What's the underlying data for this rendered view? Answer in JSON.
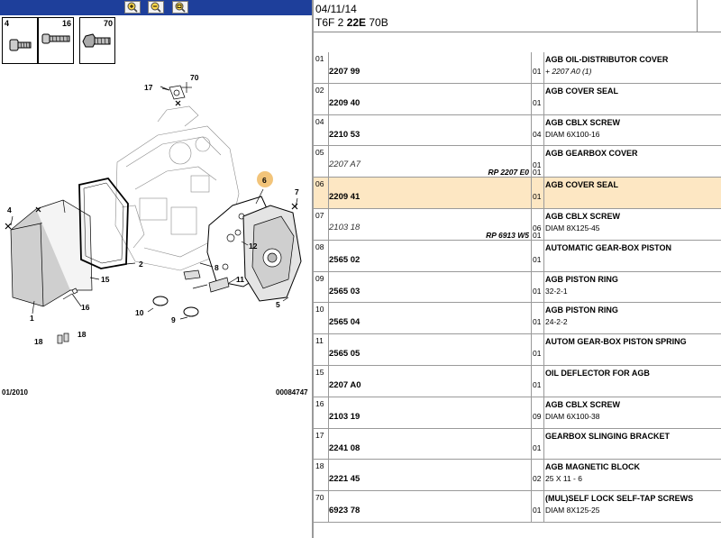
{
  "toolbar": {
    "buttons": [
      "zoom-in-icon",
      "zoom-out-icon",
      "zoom-fit-icon"
    ]
  },
  "screws": [
    {
      "num": "4"
    },
    {
      "num": "16"
    },
    {
      "num": "70"
    }
  ],
  "diagram": {
    "callouts": [
      "17",
      "70",
      "6",
      "7",
      "4",
      "2",
      "12",
      "8",
      "11",
      "15",
      "16",
      "1",
      "10",
      "9",
      "5",
      "18",
      "18"
    ],
    "footer_left": "01/2010",
    "footer_right": "00084747"
  },
  "header": {
    "date": "04/11/14",
    "ref_prefix": "T6F 2 ",
    "ref_bold": "22E",
    "ref_suffix": " 70B"
  },
  "rows": [
    {
      "idx": "01",
      "ref": "2207 99",
      "ref_alt": false,
      "rp": "",
      "qty1": "",
      "qty2": "01",
      "desc": "AGB OIL-DISTRIBUTOR COVER",
      "desc2": "+ 2207 A0 (1)",
      "desc2_italic": true,
      "selected": false
    },
    {
      "idx": "02",
      "ref": "2209 40",
      "ref_alt": false,
      "rp": "",
      "qty1": "",
      "qty2": "01",
      "desc": "AGB COVER SEAL",
      "desc2": "",
      "desc2_italic": false,
      "selected": false
    },
    {
      "idx": "04",
      "ref": "2210 53",
      "ref_alt": false,
      "rp": "",
      "qty1": "",
      "qty2": "04",
      "desc": "AGB CBLX SCREW",
      "desc2": "DIAM 6X100-16",
      "desc2_italic": false,
      "selected": false
    },
    {
      "idx": "05",
      "ref": "2207 A7",
      "ref_alt": true,
      "rp": "RP 2207 E0",
      "qty1": "01",
      "qty2": "01",
      "desc": "AGB GEARBOX COVER",
      "desc2": "",
      "desc2_italic": false,
      "selected": false
    },
    {
      "idx": "06",
      "ref": "2209 41",
      "ref_alt": false,
      "rp": "",
      "qty1": "",
      "qty2": "01",
      "desc": "AGB COVER SEAL",
      "desc2": "",
      "desc2_italic": false,
      "selected": true
    },
    {
      "idx": "07",
      "ref": "2103 18",
      "ref_alt": true,
      "rp": "RP 6913 W5",
      "qty1": "06",
      "qty2": "01",
      "desc": "AGB CBLX SCREW",
      "desc2": "DIAM 8X125-45",
      "desc2_italic": false,
      "selected": false
    },
    {
      "idx": "08",
      "ref": "2565 02",
      "ref_alt": false,
      "rp": "",
      "qty1": "",
      "qty2": "01",
      "desc": "AUTOMATIC GEAR-BOX PISTON",
      "desc2": "",
      "desc2_italic": false,
      "selected": false
    },
    {
      "idx": "09",
      "ref": "2565 03",
      "ref_alt": false,
      "rp": "",
      "qty1": "",
      "qty2": "01",
      "desc": "AGB PISTON RING",
      "desc2": "32-2-1",
      "desc2_italic": false,
      "selected": false
    },
    {
      "idx": "10",
      "ref": "2565 04",
      "ref_alt": false,
      "rp": "",
      "qty1": "",
      "qty2": "01",
      "desc": "AGB PISTON RING",
      "desc2": "24-2-2",
      "desc2_italic": false,
      "selected": false
    },
    {
      "idx": "11",
      "ref": "2565 05",
      "ref_alt": false,
      "rp": "",
      "qty1": "",
      "qty2": "01",
      "desc": "AUTOM GEAR-BOX PISTON SPRING",
      "desc2": "",
      "desc2_italic": false,
      "selected": false
    },
    {
      "idx": "15",
      "ref": "2207 A0",
      "ref_alt": false,
      "rp": "",
      "qty1": "",
      "qty2": "01",
      "desc": "OIL DEFLECTOR FOR AGB",
      "desc2": "",
      "desc2_italic": false,
      "selected": false
    },
    {
      "idx": "16",
      "ref": "2103 19",
      "ref_alt": false,
      "rp": "",
      "qty1": "",
      "qty2": "09",
      "desc": "AGB CBLX SCREW",
      "desc2": "DIAM 6X100-38",
      "desc2_italic": false,
      "selected": false
    },
    {
      "idx": "17",
      "ref": "2241 08",
      "ref_alt": false,
      "rp": "",
      "qty1": "",
      "qty2": "01",
      "desc": "GEARBOX SLINGING BRACKET",
      "desc2": "",
      "desc2_italic": false,
      "selected": false
    },
    {
      "idx": "18",
      "ref": "2221 45",
      "ref_alt": false,
      "rp": "",
      "qty1": "",
      "qty2": "02",
      "desc": "AGB MAGNETIC BLOCK",
      "desc2": "25 X 11 - 6",
      "desc2_italic": false,
      "selected": false
    },
    {
      "idx": "70",
      "ref": "6923 78",
      "ref_alt": false,
      "rp": "",
      "qty1": "",
      "qty2": "01",
      "desc": "(MUL)SELF LOCK SELF-TAP SCREWS",
      "desc2": "DIAM 8X125-25",
      "desc2_italic": false,
      "selected": false
    }
  ],
  "colors": {
    "toolbar": "#1e3f9b",
    "selected_row": "#fde7c3",
    "callout_highlight": "#f2c47a"
  }
}
